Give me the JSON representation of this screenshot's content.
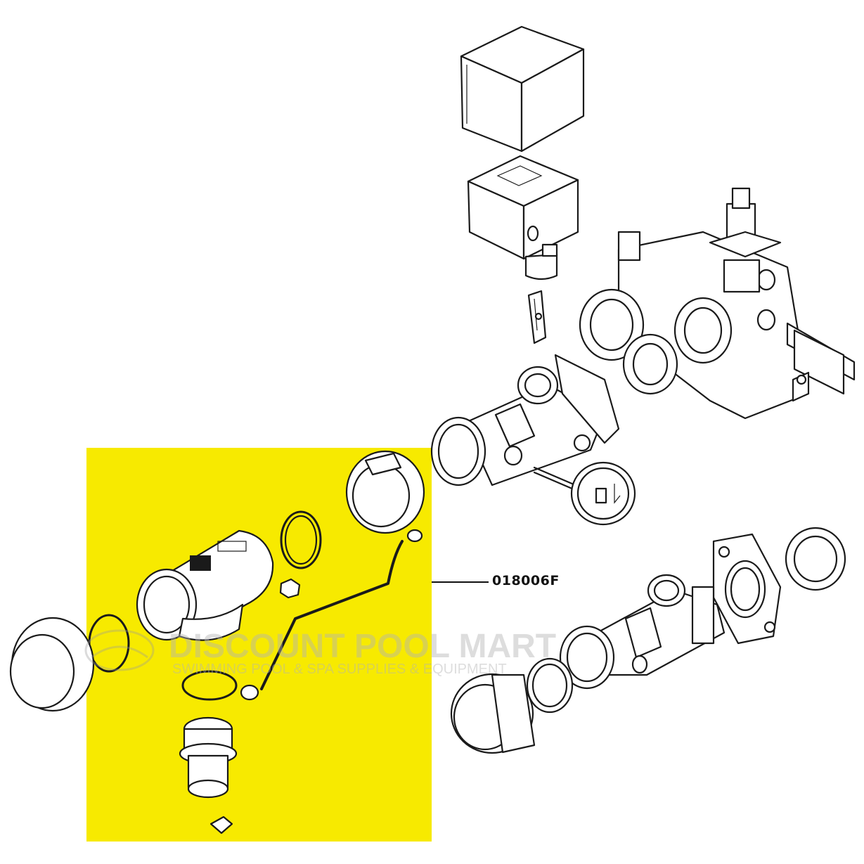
{
  "callout": {
    "part_number": "018006F"
  },
  "watermark": {
    "title": "DISCOUNT POOL MART",
    "subtitle": "SWIMMING POOL & SPA SUPPLIES & EQUIPMENT"
  },
  "colors": {
    "highlight": "#f7ea00",
    "line": "#1a1a1a",
    "background": "#ffffff"
  },
  "icons": [
    "pool-logo-icon"
  ]
}
